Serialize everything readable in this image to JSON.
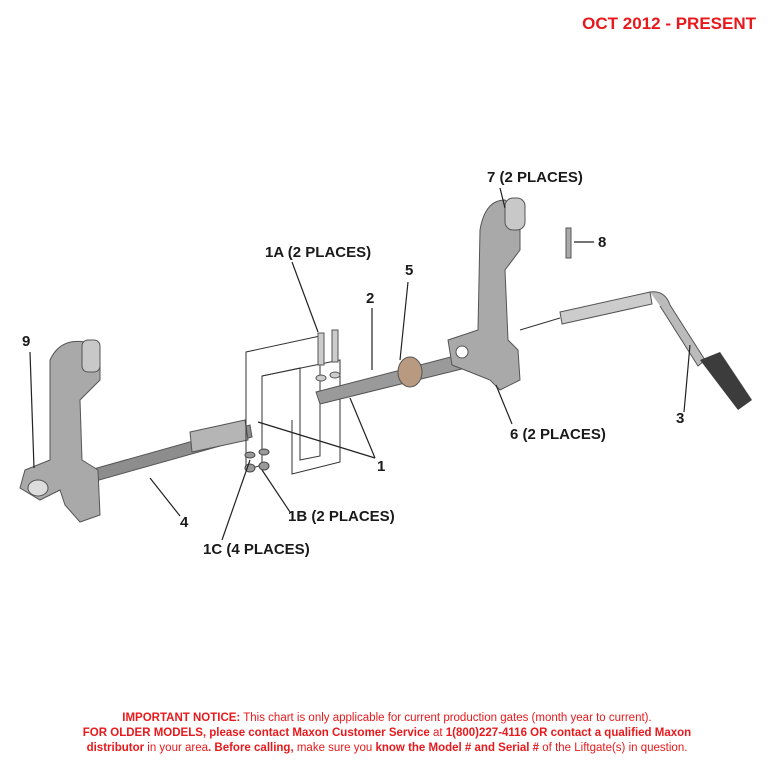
{
  "header": {
    "date_range": "OCT 2012 - PRESENT"
  },
  "callouts": {
    "c7": "7 (2 PLACES)",
    "c8": "8",
    "c1a": "1A (2 PLACES)",
    "c5": "5",
    "c2": "2",
    "c9": "9",
    "c3": "3",
    "c6": "6 (2 PLACES)",
    "c1": "1",
    "c4": "4",
    "c1b": "1B (2 PLACES)",
    "c1c": "1C (4 PLACES)"
  },
  "notice": {
    "l1_bold": "IMPORTANT NOTICE:",
    "l1_text": " This chart is only applicable for current production gates (month year to current).",
    "l2_bold1": "FOR OLDER MODELS, please contact Maxon Customer Service",
    "l2_text1": " at ",
    "l2_bold2": "1(800)227-4116 OR contact a qualified Maxon",
    "l3_bold1": "distributor",
    "l3_text1": " in your area",
    "l3_bold2": ". Before calling,",
    "l3_text2": " make sure you ",
    "l3_bold3": "know the Model # and Serial #",
    "l3_text3": " of the Liftgate(s) in question."
  }
}
